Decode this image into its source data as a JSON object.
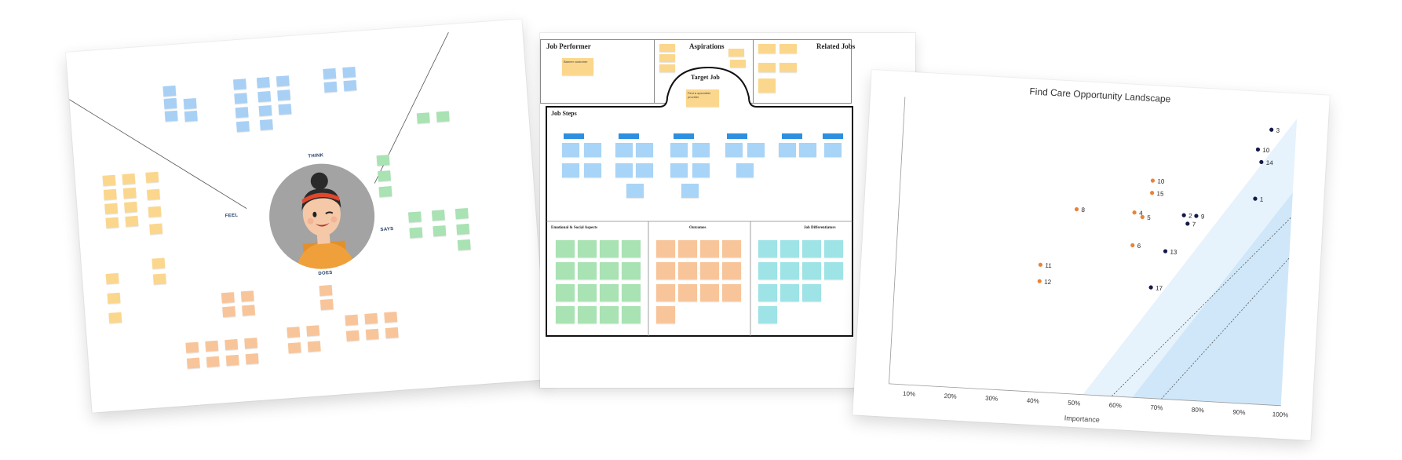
{
  "empathy_map": {
    "sections": {
      "think": "THINK",
      "feel": "FEEL",
      "says": "SAYS",
      "does": "DOES"
    }
  },
  "job_map": {
    "job_performer": "Job Performer",
    "job_performer_note": "Banner customer",
    "aspirations": "Aspirations",
    "related_jobs": "Related Jobs",
    "target_job": "Target Job",
    "target_job_note": "Find a specialist provider",
    "job_steps": "Job Steps",
    "emotional_social": "Emotional & Social Aspects",
    "outcomes": "Outcomes",
    "job_differentiators": "Job Differentiators"
  },
  "chart_data": {
    "type": "scatter",
    "title": "Find Care Opportunity Landscape",
    "xlabel": "Importance",
    "ylabel": "",
    "xlim": [
      5,
      100
    ],
    "x_ticks": [
      "10%",
      "20%",
      "30%",
      "40%",
      "50%",
      "60%",
      "70%",
      "80%",
      "90%",
      "100%"
    ],
    "grid": false,
    "colors": {
      "navy": "#141a4a",
      "orange": "#e8833a",
      "zone": "#cfe7f8",
      "zone_light": "#e6f2fc"
    },
    "series": [
      {
        "color": "orange",
        "points": [
          {
            "label": "8",
            "x": 48,
            "y": 45
          },
          {
            "label": "4",
            "x": 62,
            "y": 45
          },
          {
            "label": "5",
            "x": 64,
            "y": 44
          },
          {
            "label": "6",
            "x": 62,
            "y": 37
          },
          {
            "label": "10",
            "x": 66,
            "y": 53
          },
          {
            "label": "15",
            "x": 66,
            "y": 50
          },
          {
            "label": "11",
            "x": 40,
            "y": 31
          },
          {
            "label": "12",
            "x": 40,
            "y": 27
          }
        ]
      },
      {
        "color": "navy",
        "points": [
          {
            "label": "3",
            "x": 94,
            "y": 67
          },
          {
            "label": "10",
            "x": 91,
            "y": 62
          },
          {
            "label": "14",
            "x": 92,
            "y": 59
          },
          {
            "label": "1",
            "x": 91,
            "y": 50
          },
          {
            "label": "2",
            "x": 74,
            "y": 45
          },
          {
            "label": "9",
            "x": 77,
            "y": 45
          },
          {
            "label": "7",
            "x": 75,
            "y": 43
          },
          {
            "label": "13",
            "x": 70,
            "y": 36
          },
          {
            "label": "17",
            "x": 67,
            "y": 27
          }
        ]
      }
    ]
  }
}
